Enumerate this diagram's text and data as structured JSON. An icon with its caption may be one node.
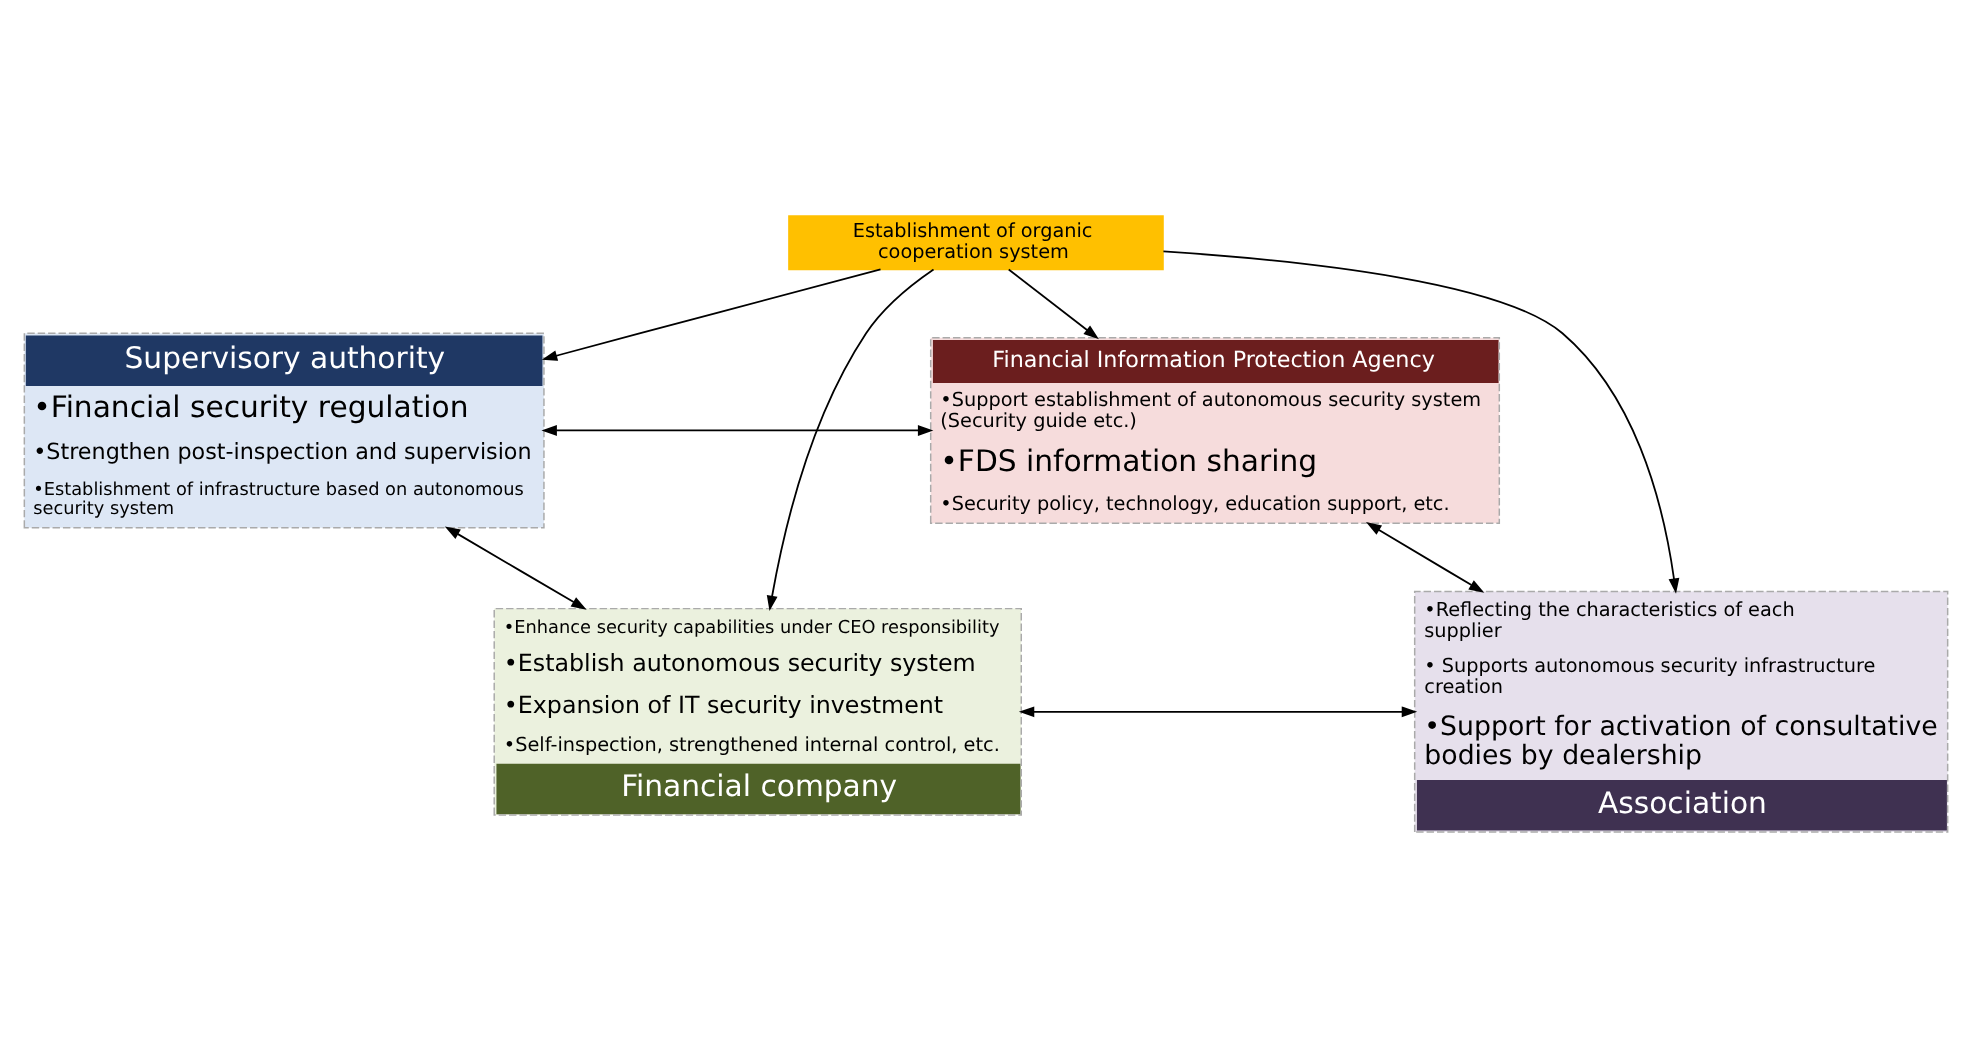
{
  "diagram": {
    "nodes": [
      {
        "text": [
          "Supervisory authority",
          "•Financial security regulation",
          "•Strengthen post-inspection and supervision",
          "•Establishment of infrastructure based on autonomous security system"
        ]
      },
      {
        "text": [
          "Financial Information Protection Agency",
          "•Support establishment of autonomous security system (Security guide etc.)",
          "•FDS information sharing",
          "•Security policy, technology, education support, etc."
        ]
      },
      {
        "text": [
          "Establishment of organic cooperation system"
        ]
      },
      {
        "text": [
          "•Enhance security capabilities under CEO responsibility",
          "•Establish autonomous security system",
          "•Expansion of IT security investment",
          "•Self-inspection, strengthened internal control, etc.",
          "Financial company"
        ]
      },
      {
        "text": [
          "•Reflecting the characteristics of each supplier",
          "• Supports autonomous security infrastructure creation",
          "•Support for activation of consultative bodies by dealership",
          "Association"
        ]
      }
    ],
    "edges": [
      {
        "from": 0,
        "to": 1,
        "arrow": "both"
      },
      {
        "from": 0,
        "to": 3,
        "arrow": "both"
      },
      {
        "from": 1,
        "to": 4,
        "arrow": "both"
      },
      {
        "from": 3,
        "to": 4,
        "arrow": "both"
      },
      {
        "from": 2,
        "to": 0,
        "arrow": "to"
      },
      {
        "from": 2,
        "to": 1,
        "arrow": "to"
      },
      {
        "from": 2,
        "to": 3,
        "arrow": "to"
      },
      {
        "from": 2,
        "to": 4,
        "arrow": "to"
      }
    ]
  }
}
